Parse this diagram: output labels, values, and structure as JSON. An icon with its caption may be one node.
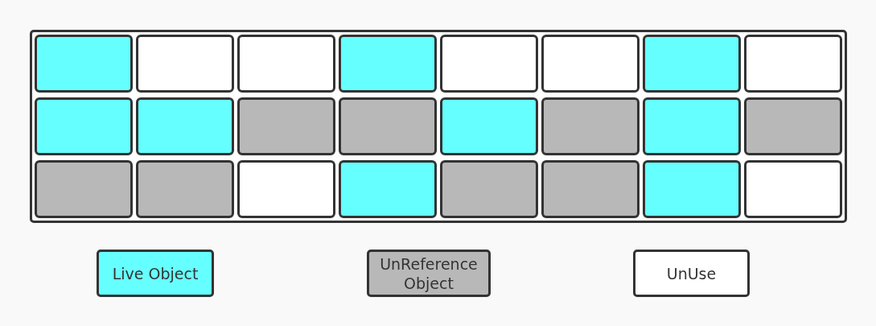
{
  "diagram": {
    "nodes": [
      {
        "text": [],
        "shape": "box"
      },
      {
        "text": [],
        "shape": "box",
        "in": 0
      },
      {
        "text": [],
        "shape": "box",
        "in": 0
      },
      {
        "text": [],
        "shape": "box",
        "in": 0
      },
      {
        "text": [],
        "shape": "box",
        "in": 0
      },
      {
        "text": [],
        "shape": "box",
        "in": 0
      },
      {
        "text": [],
        "shape": "box",
        "in": 0
      },
      {
        "text": [],
        "shape": "box",
        "in": 0
      },
      {
        "text": [],
        "shape": "box",
        "in": 0
      },
      {
        "text": [],
        "shape": "box",
        "in": 0
      },
      {
        "text": [],
        "shape": "box",
        "in": 0
      },
      {
        "text": [],
        "shape": "box",
        "in": 0
      },
      {
        "text": [],
        "shape": "box",
        "in": 0
      },
      {
        "text": [],
        "shape": "box",
        "in": 0
      },
      {
        "text": [],
        "shape": "box",
        "in": 0
      },
      {
        "text": [],
        "shape": "box",
        "in": 0
      },
      {
        "text": [],
        "shape": "box",
        "in": 0
      },
      {
        "text": [],
        "shape": "box",
        "in": 0
      },
      {
        "text": [],
        "shape": "box",
        "in": 0
      },
      {
        "text": [],
        "shape": "box",
        "in": 0
      },
      {
        "text": [],
        "shape": "box",
        "in": 0
      },
      {
        "text": [],
        "shape": "box",
        "in": 0
      },
      {
        "text": [],
        "shape": "box",
        "in": 0
      },
      {
        "text": [],
        "shape": "box",
        "in": 0
      },
      {
        "text": [],
        "shape": "box",
        "in": 0
      }
    ],
    "legend": [
      {
        "text": "Live Object",
        "color": "#66ffff"
      },
      {
        "text": "UnReference Object",
        "color": "#b8b8b8"
      },
      {
        "text": "UnUse",
        "color": "#ffffff"
      }
    ]
  }
}
